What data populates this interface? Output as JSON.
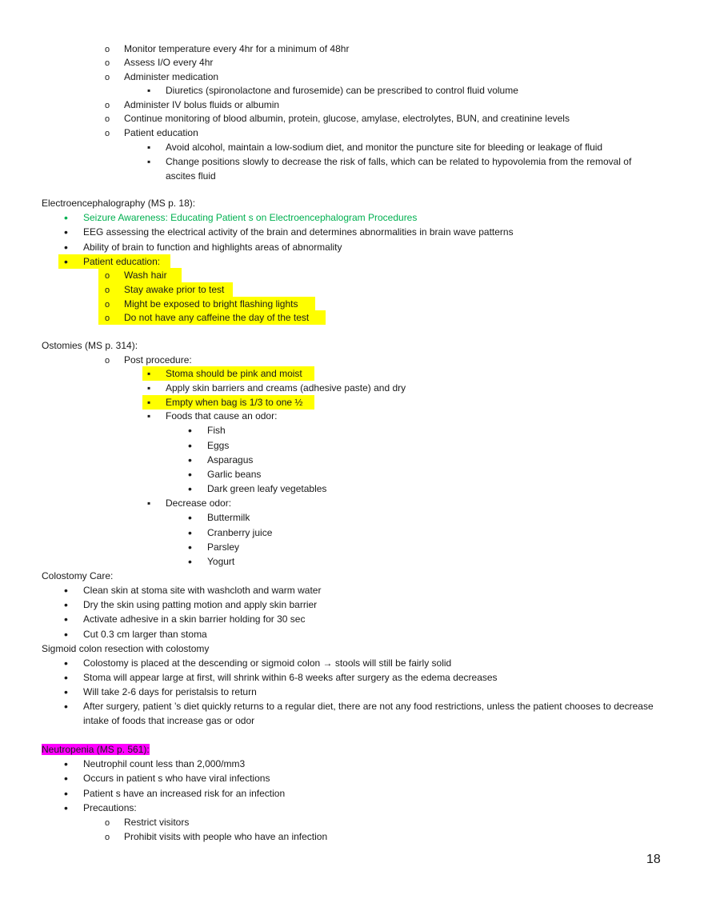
{
  "ascites_care": {
    "items": [
      "Monitor temperature every 4hr for a minimum of 48hr",
      "Assess I/O every 4hr",
      "Administer medication",
      "Diuretics (spironolactone and furosemide) can be prescribed to control fluid volume",
      "Administer IV bolus fluids or albumin",
      "Continue monitoring of blood albumin, protein, glucose, amylase, electrolytes, BUN, and creatinine levels",
      "Patient  education",
      "Avoid alcohol, maintain a low-sodium diet, and monitor the puncture site for bleeding or leakage of fluid",
      "Change positions slowly to decrease the risk of falls, which can be related to hypovolemia from the removal of ascites fluid"
    ]
  },
  "eeg": {
    "heading": "Electroencephalography (MS p. 18):",
    "items": [
      "Seizure Awareness: Educating Patient s on Electroencephalogram Procedures",
      "EEG assessing the electrical activity of the brain and determines abnormalities in brain wave patterns",
      "Ability of brain to function and highlights areas of abnormality",
      "Patient  education:"
    ],
    "education": [
      "Wash hair",
      "Stay awake prior to test",
      "Might be exposed to bright flashing lights",
      "Do not have any caffeine the day of the test"
    ]
  },
  "ostomies": {
    "heading": "Ostomies (MS p. 314):",
    "post_procedure": "Post procedure:",
    "items": [
      "Stoma should be pink and moist",
      "Apply skin barriers and creams (adhesive paste) and dry",
      "Empty when bag is 1/3 to one ½",
      "Foods that cause an odor:"
    ],
    "odor_foods": [
      "Fish",
      "Eggs",
      "Asparagus",
      "Garlic beans",
      "Dark green leafy vegetables"
    ],
    "decrease_odor": "Decrease odor:",
    "decrease_foods": [
      "Buttermilk",
      "Cranberry juice",
      "Parsley",
      "Yogurt"
    ]
  },
  "colostomy_care": {
    "heading": "Colostomy Care:",
    "items": [
      "Clean skin at stoma site with washcloth and warm water",
      "Dry the skin using patting motion and apply skin barrier",
      "Activate adhesive in a skin barrier holding for 30 sec",
      "Cut 0.3 cm larger than stoma"
    ]
  },
  "sigmoid": {
    "heading": "Sigmoid colon resection with colostomy",
    "items": [
      "Colostomy is placed at the descending or sigmoid colon → stools will still be fairly solid",
      "Stoma will appear large at first, will shrink within 6-8 weeks after surgery as the edema decreases",
      "Will take 2-6 days for peristalsis to return",
      "After surgery, patient ’s diet quickly returns to a regular diet, there are not any food restrictions, unless the patient  chooses to decrease intake of foods that increase gas or odor"
    ]
  },
  "neutropenia": {
    "heading": "Neutropenia (MS p. 561):",
    "items": [
      "Neutrophil count less than 2,000/mm3",
      "Occurs in patient s who have viral infections",
      "Patient s have an increased risk for an infection",
      "Precautions:"
    ],
    "precautions": [
      "Restrict visitors",
      "Prohibit visits with people who have an infection"
    ]
  },
  "page_number": "18",
  "colors": {
    "highlight": "#ffff00",
    "green": "#00b050",
    "magenta": "#ff00ff"
  }
}
